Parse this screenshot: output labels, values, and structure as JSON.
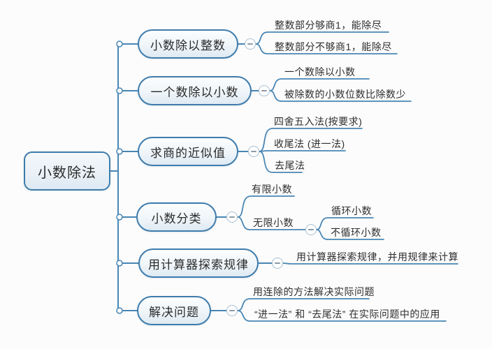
{
  "colors": {
    "line": "#4886B4",
    "node_border": "#3E7CAC",
    "text": "#2D2D2D",
    "background": "#FCFCFC",
    "minus_border": "#A9BFCF",
    "minus_bar": "#8D9BA6"
  },
  "root": {
    "label": "小数除法"
  },
  "branches": [
    {
      "label": "小数除以整数",
      "children": [
        {
          "label": "整数部分够商1，能除尽"
        },
        {
          "label": "整数部分不够商1，能除尽"
        }
      ]
    },
    {
      "label": "一个数除以小数",
      "children": [
        {
          "label": "一个数除以小数"
        },
        {
          "label": "被除数的小数位数比除数少"
        }
      ]
    },
    {
      "label": "求商的近似值",
      "children": [
        {
          "label": "四舍五入法(按要求)"
        },
        {
          "label": "收尾法 (进一法)"
        },
        {
          "label": "去尾法"
        }
      ]
    },
    {
      "label": "小数分类",
      "children": [
        {
          "label": "有限小数"
        },
        {
          "label": "无限小数",
          "children": [
            {
              "label": "循环小数"
            },
            {
              "label": "不循环小数"
            }
          ]
        }
      ]
    },
    {
      "label": "用计算器探索规律",
      "children": [
        {
          "label": "用计算器探索规律，并用规律来计算"
        }
      ]
    },
    {
      "label": "解决问题",
      "children": [
        {
          "label": "用连除的方法解决实际问题"
        },
        {
          "label": "“进一法” 和 “去尾法” 在实际问题中的应用"
        }
      ]
    }
  ],
  "icons": {
    "collapse": "minus-icon"
  }
}
